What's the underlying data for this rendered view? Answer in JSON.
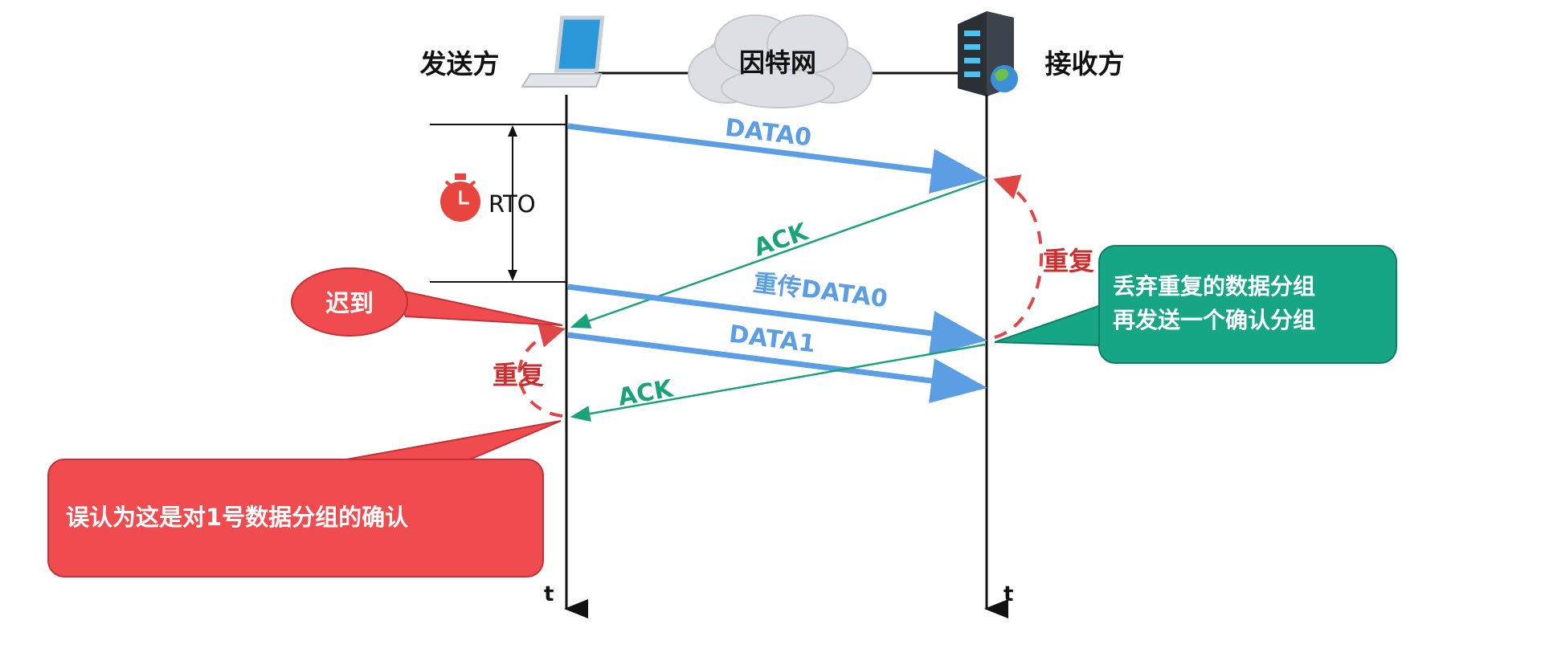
{
  "sender": {
    "label": "发送方",
    "icon": "laptop-icon"
  },
  "receiver": {
    "label": "接收方",
    "icon": "server-icon"
  },
  "network": {
    "label": "因特网",
    "icon": "cloud-icon"
  },
  "timer": {
    "label": "RTO",
    "icon": "stopwatch-icon"
  },
  "time_axis": {
    "sender_label": "t",
    "receiver_label": "t"
  },
  "messages": {
    "data0": "DATA0",
    "ack1": "ACK",
    "retransmit": "重传DATA0",
    "data1": "DATA1",
    "ack2": "ACK"
  },
  "duplicate_labels": {
    "receiver": "重复",
    "sender": "重复"
  },
  "callouts": {
    "late": "迟到",
    "discard_line1": "丢弃重复的数据分组",
    "discard_line2": "再发送一个确认分组",
    "mistake": "误认为这是对1号数据分组的确认"
  },
  "colors": {
    "data_arrow": "#5b9ee3",
    "ack_arrow": "#1aa37a",
    "duplicate": "#e04646",
    "red_callout": "#f04b4f",
    "green_callout": "#16a585"
  }
}
